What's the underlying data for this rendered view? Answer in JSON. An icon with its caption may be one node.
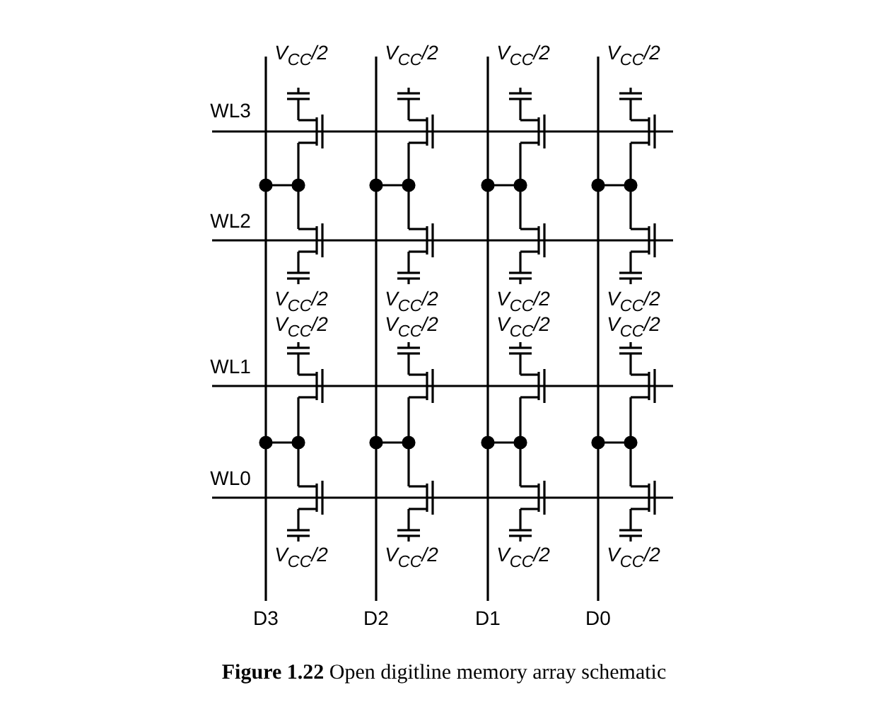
{
  "diagram": {
    "caption": "**Figure 1.22** Open digitline memory array schematic",
    "labels": [
      "V$_{CC}$/2",
      "V$_{CC}$/2",
      "V$_{CC}$/2",
      "V$_{CC}$/2",
      "WL3",
      "WL2",
      "V$_{CC}$/2",
      "V$_{CC}$/2",
      "V$_{CC}$/2",
      "V$_{CC}$/2",
      "V$_{CC}$/2",
      "V$_{CC}$/2",
      "V$_{CC}$/2",
      "V$_{CC}$/2",
      "WL1",
      "WL0",
      "V$_{CC}$/2",
      "V$_{CC}$/2",
      "V$_{CC}$/2",
      "V$_{CC}$/2",
      "D3",
      "D2",
      "D1",
      "D0"
    ]
  }
}
